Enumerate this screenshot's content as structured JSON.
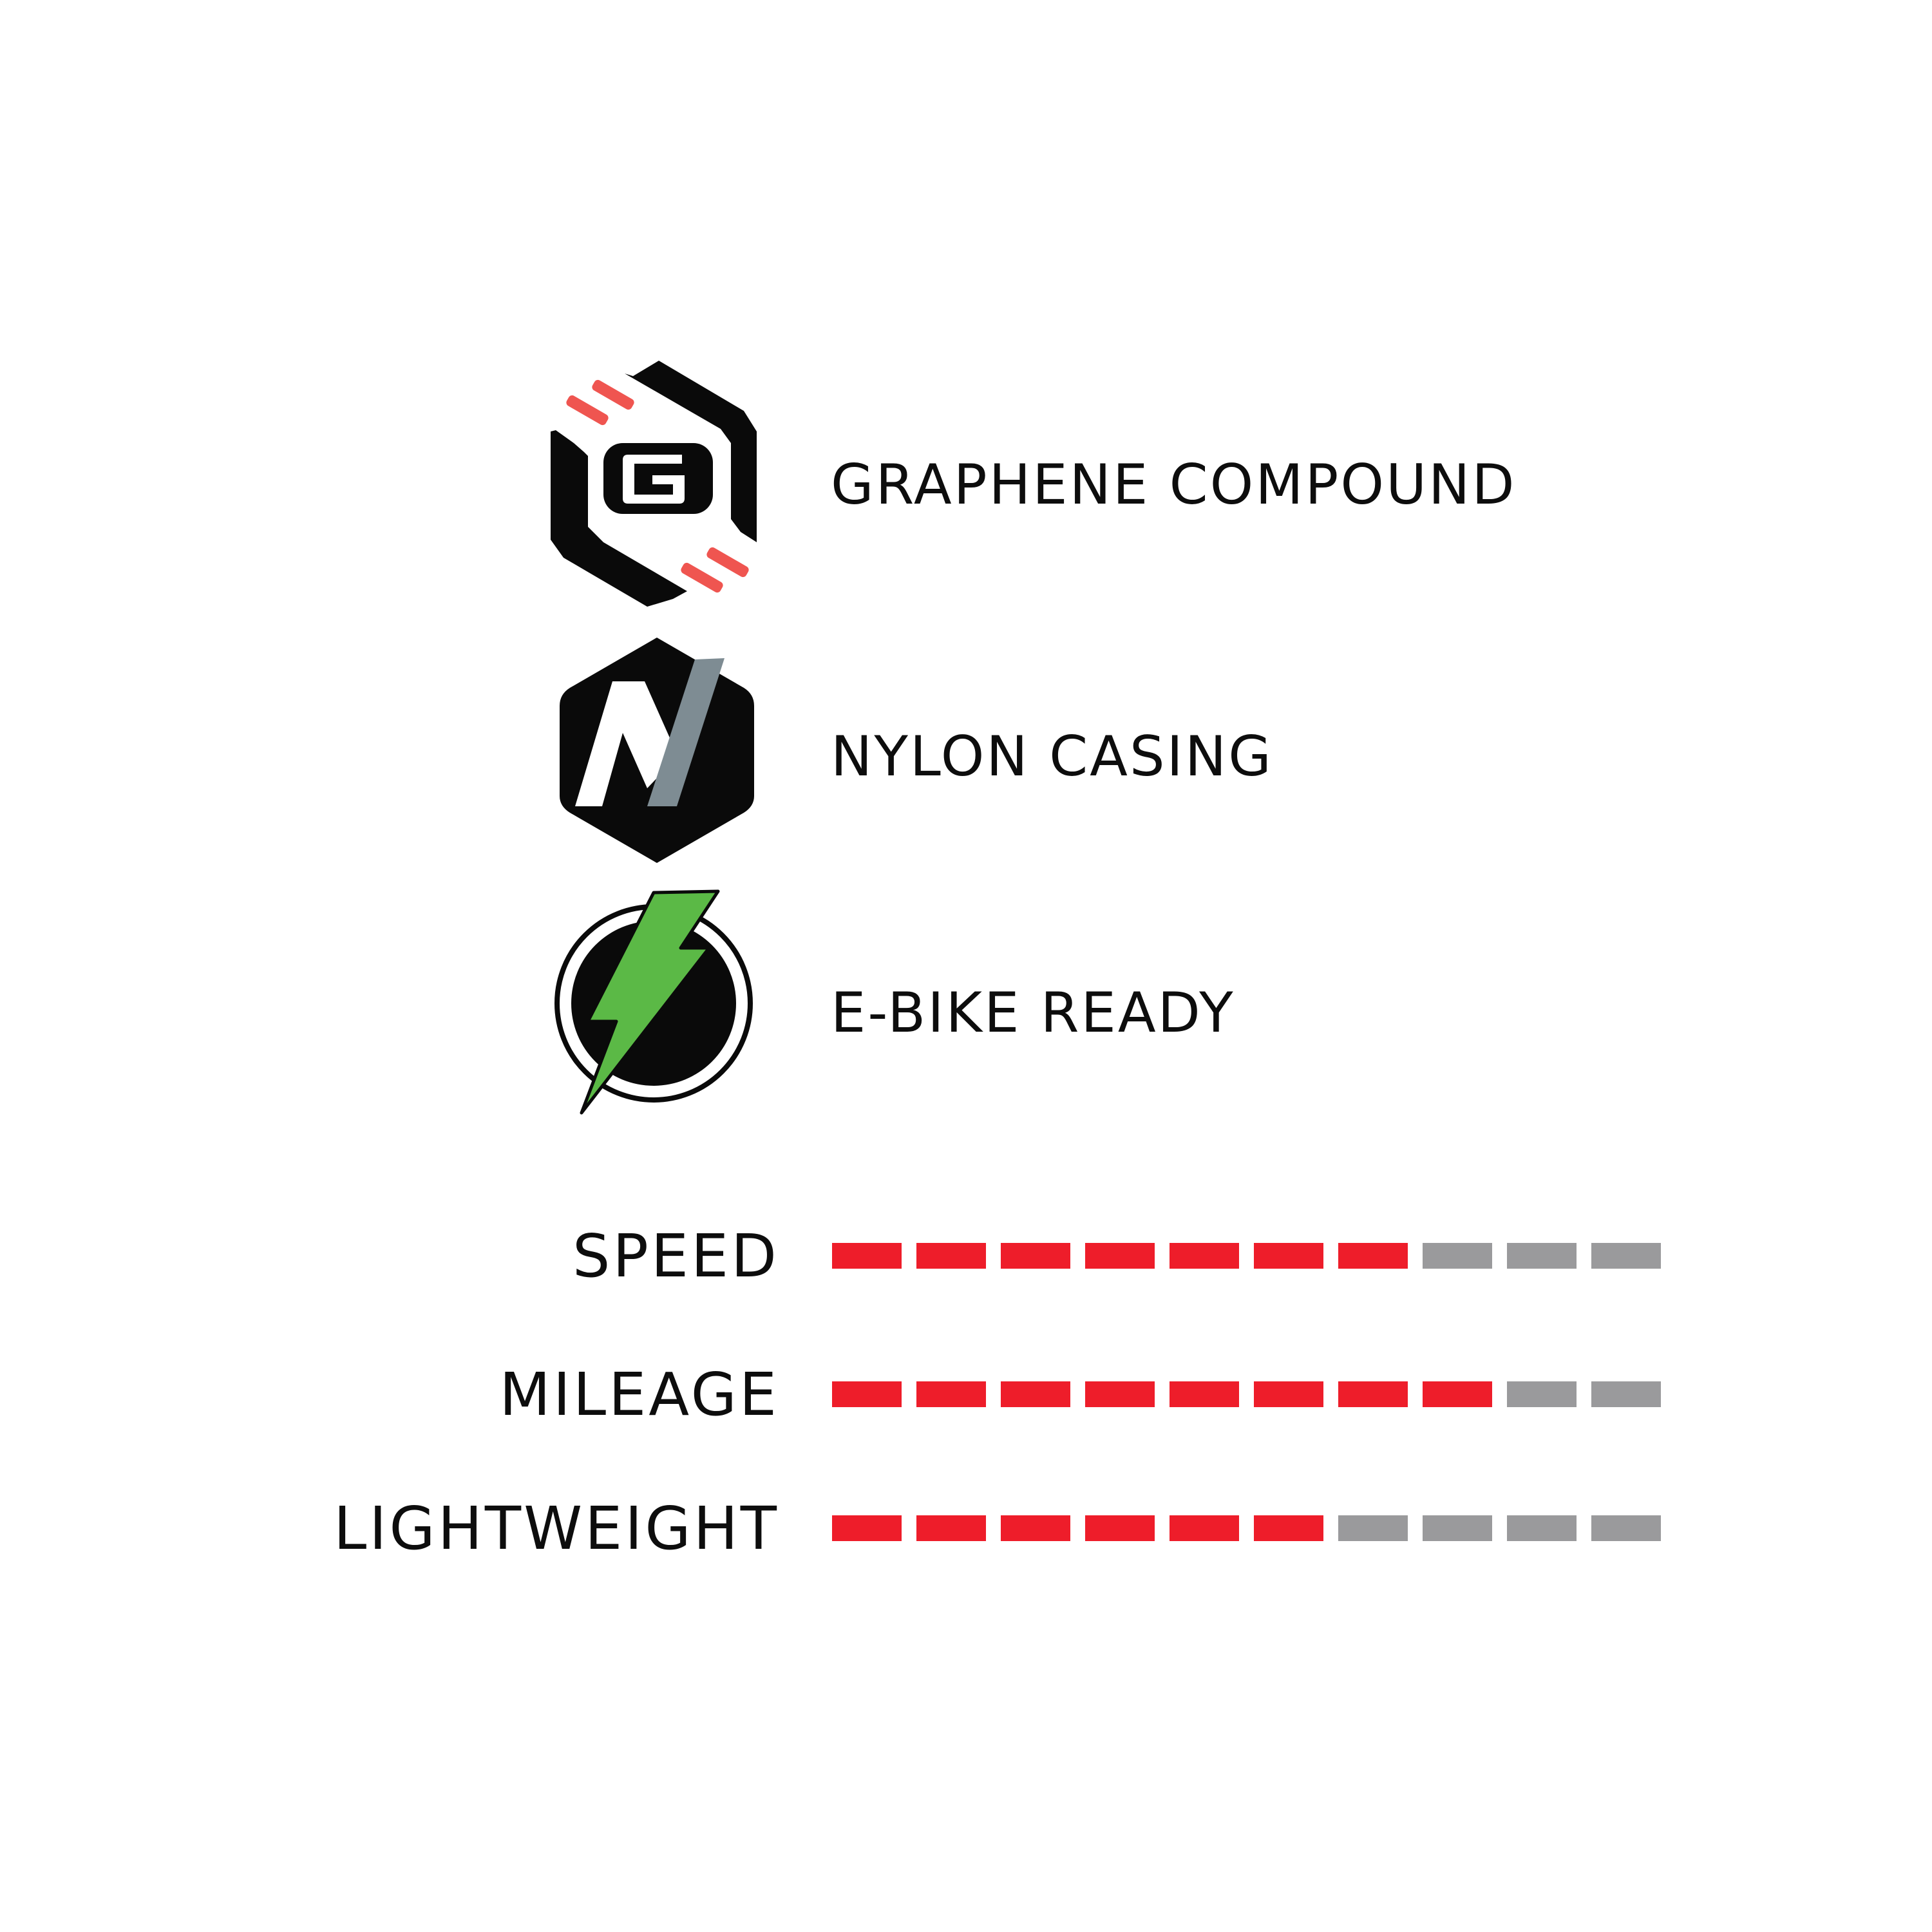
{
  "features": [
    {
      "label": "GRAPHENE COMPOUND",
      "icon": "graphene-g-hexagon-icon"
    },
    {
      "label": "NYLON CASING",
      "icon": "nylon-n-hexagon-icon"
    },
    {
      "label": "E-BIKE READY",
      "icon": "lightning-bolt-circle-icon"
    }
  ],
  "ratings": [
    {
      "label": "SPEED",
      "filled": 7,
      "total": 10
    },
    {
      "label": "MILEAGE",
      "filled": 8,
      "total": 10
    },
    {
      "label": "LIGHTWEIGHT",
      "filled": 6,
      "total": 10
    }
  ],
  "colors": {
    "filled": "#ee1d2a",
    "empty": "#9a9a9c",
    "accent_red": "#ef5550",
    "nylon_gray": "#7e8c93",
    "bolt_green": "#5bb946",
    "icon_black": "#0a0a0a"
  }
}
